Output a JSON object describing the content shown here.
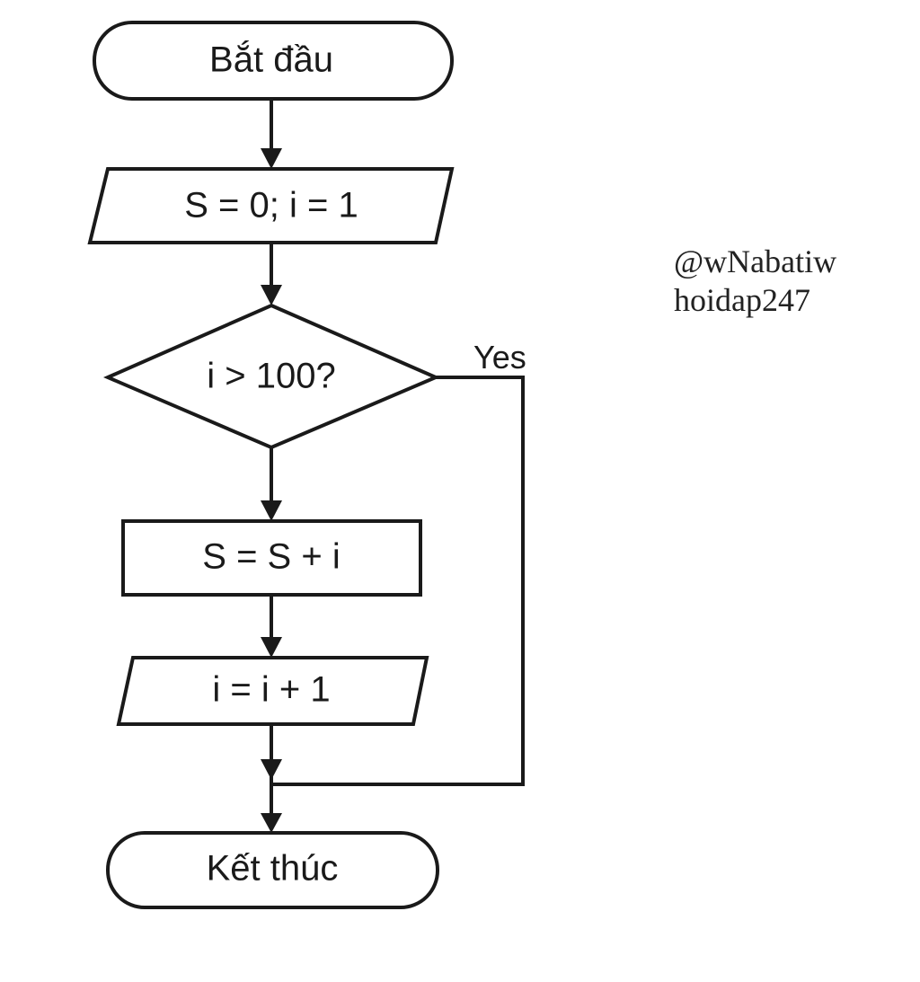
{
  "flowchart": {
    "start": "Bắt đầu",
    "init": "S = 0; i = 1",
    "condition": "i > 100?",
    "yes_label": "Yes",
    "sum_step": "S = S + i",
    "increment": "i = i + 1",
    "end": "Kết thúc"
  },
  "watermark": {
    "user": "@wNabatiw",
    "site": "hoidap247"
  }
}
